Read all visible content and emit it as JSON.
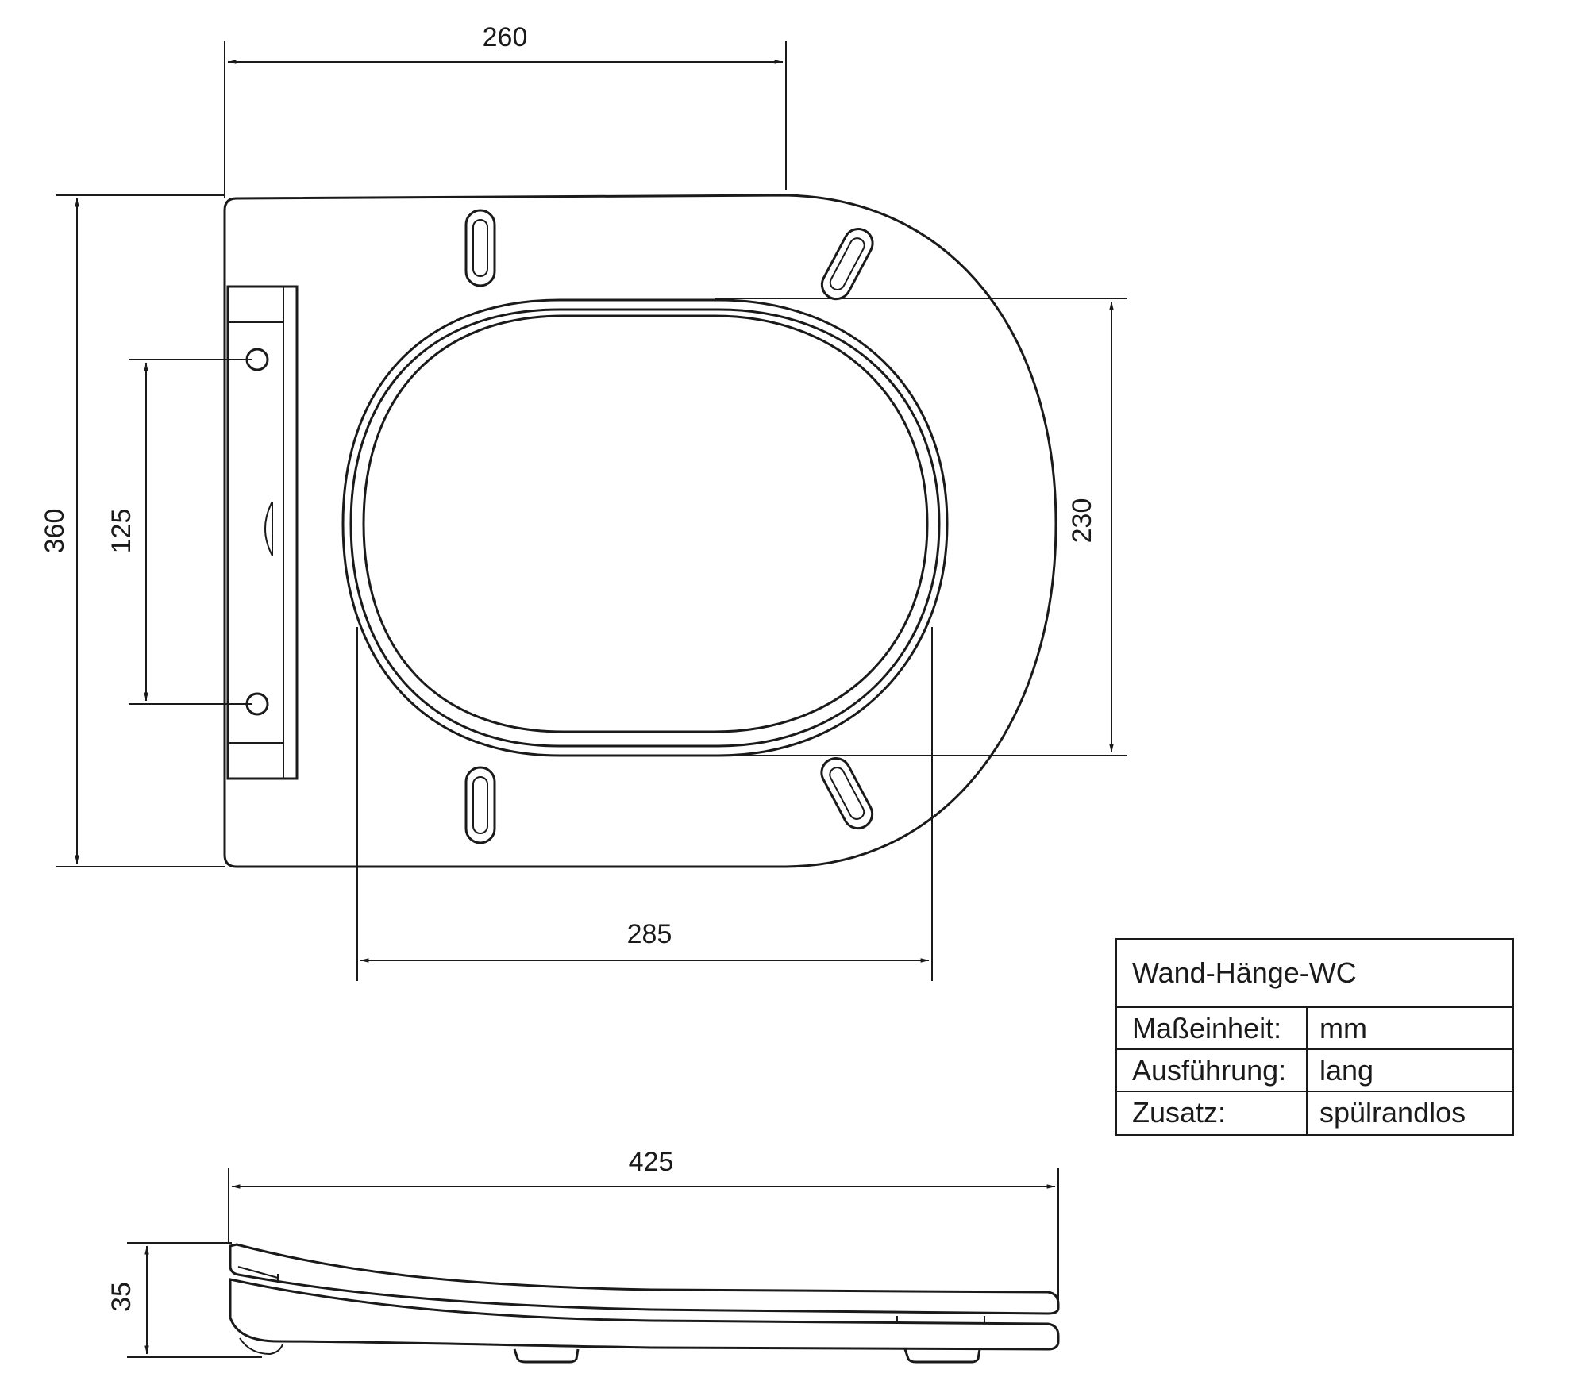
{
  "dimensions": {
    "width_top": "260",
    "depth_total": "360",
    "hole_spacing": "125",
    "inner_depth": "230",
    "inner_width": "285",
    "side_length": "425",
    "side_height": "35"
  },
  "info_table": {
    "title": "Wand-Hänge-WC",
    "rows": [
      {
        "label": "Maßeinheit:",
        "value": "mm"
      },
      {
        "label": "Ausführung:",
        "value": "lang"
      },
      {
        "label": "Zusatz:",
        "value": "spülrandlos"
      }
    ]
  }
}
